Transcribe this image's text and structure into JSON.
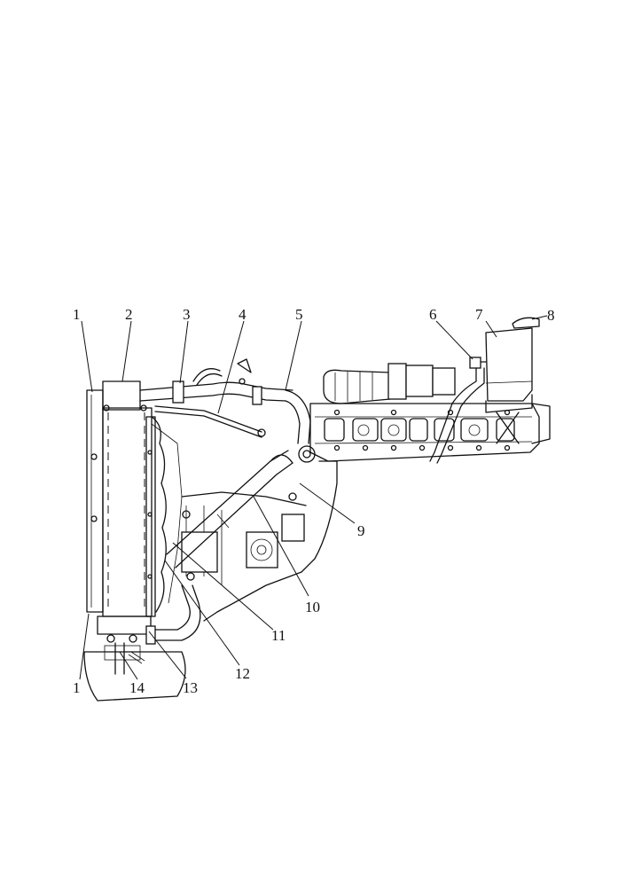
{
  "diagram": {
    "callouts": [
      {
        "id": "c1a",
        "label": "1"
      },
      {
        "id": "c2",
        "label": "2"
      },
      {
        "id": "c3",
        "label": "3"
      },
      {
        "id": "c4",
        "label": "4"
      },
      {
        "id": "c5",
        "label": "5"
      },
      {
        "id": "c6",
        "label": "6"
      },
      {
        "id": "c7",
        "label": "7"
      },
      {
        "id": "c8",
        "label": "8"
      },
      {
        "id": "c9",
        "label": "9"
      },
      {
        "id": "c10",
        "label": "10"
      },
      {
        "id": "c11",
        "label": "11"
      },
      {
        "id": "c12",
        "label": "12"
      },
      {
        "id": "c13",
        "label": "13"
      },
      {
        "id": "c14",
        "label": "14"
      },
      {
        "id": "c1b",
        "label": "1"
      }
    ]
  }
}
